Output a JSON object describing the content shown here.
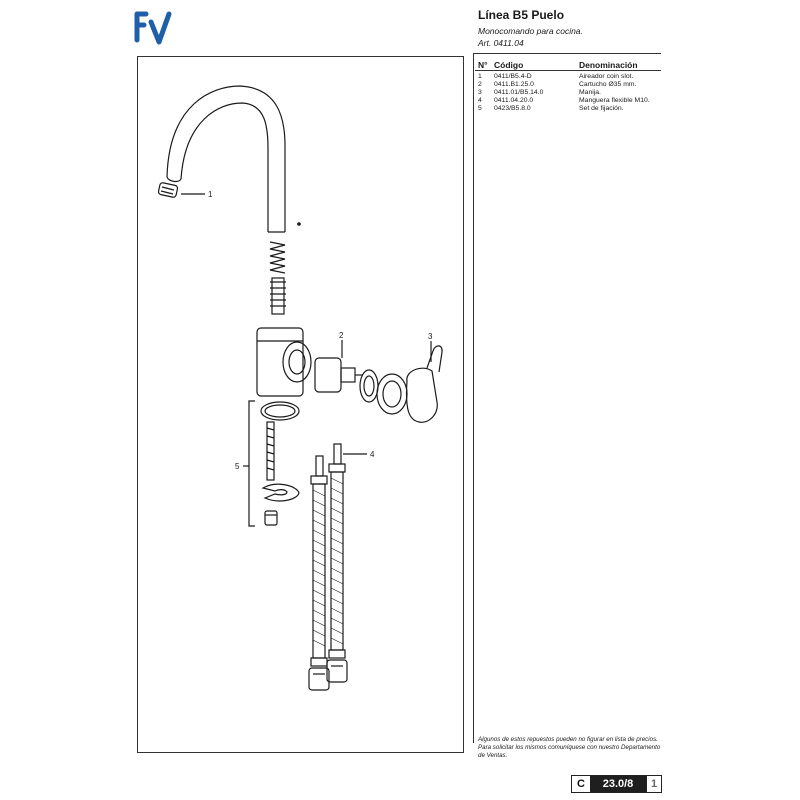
{
  "header": {
    "logo_text": "fv",
    "title": "Línea B5 Puelo",
    "subtitle": "Monocomando para cocina.",
    "article": "Art. 0411.04"
  },
  "parts_table": {
    "col_num": "N°",
    "col_code": "Código",
    "col_name": "Denominación",
    "rows": [
      {
        "num": "1",
        "code": "0411/B5.4-D",
        "name": "Aireador coin slot."
      },
      {
        "num": "2",
        "code": "0411.B1.25.0",
        "name": "Cartucho Ø35 mm."
      },
      {
        "num": "3",
        "code": "0411.01/B5.14.0",
        "name": "Manija."
      },
      {
        "num": "4",
        "code": "0411.04.20.0",
        "name": "Manguera flexible M10."
      },
      {
        "num": "5",
        "code": "0423/B5.8.0",
        "name": "Set de fijación."
      }
    ]
  },
  "callouts": {
    "c1": "1",
    "c2": "2",
    "c3": "3",
    "c4": "4",
    "c5": "5"
  },
  "footnote": "Algunos de estos repuestos pueden no figurar en lista de precios. Para solicitar los mismos comuníquese con nuestro Departamento de Ventas.",
  "page_code": {
    "letter": "C",
    "code": "23.0/8",
    "page": "1"
  },
  "colors": {
    "accent": "#1f5fa8",
    "ink": "#1a1a1a"
  }
}
